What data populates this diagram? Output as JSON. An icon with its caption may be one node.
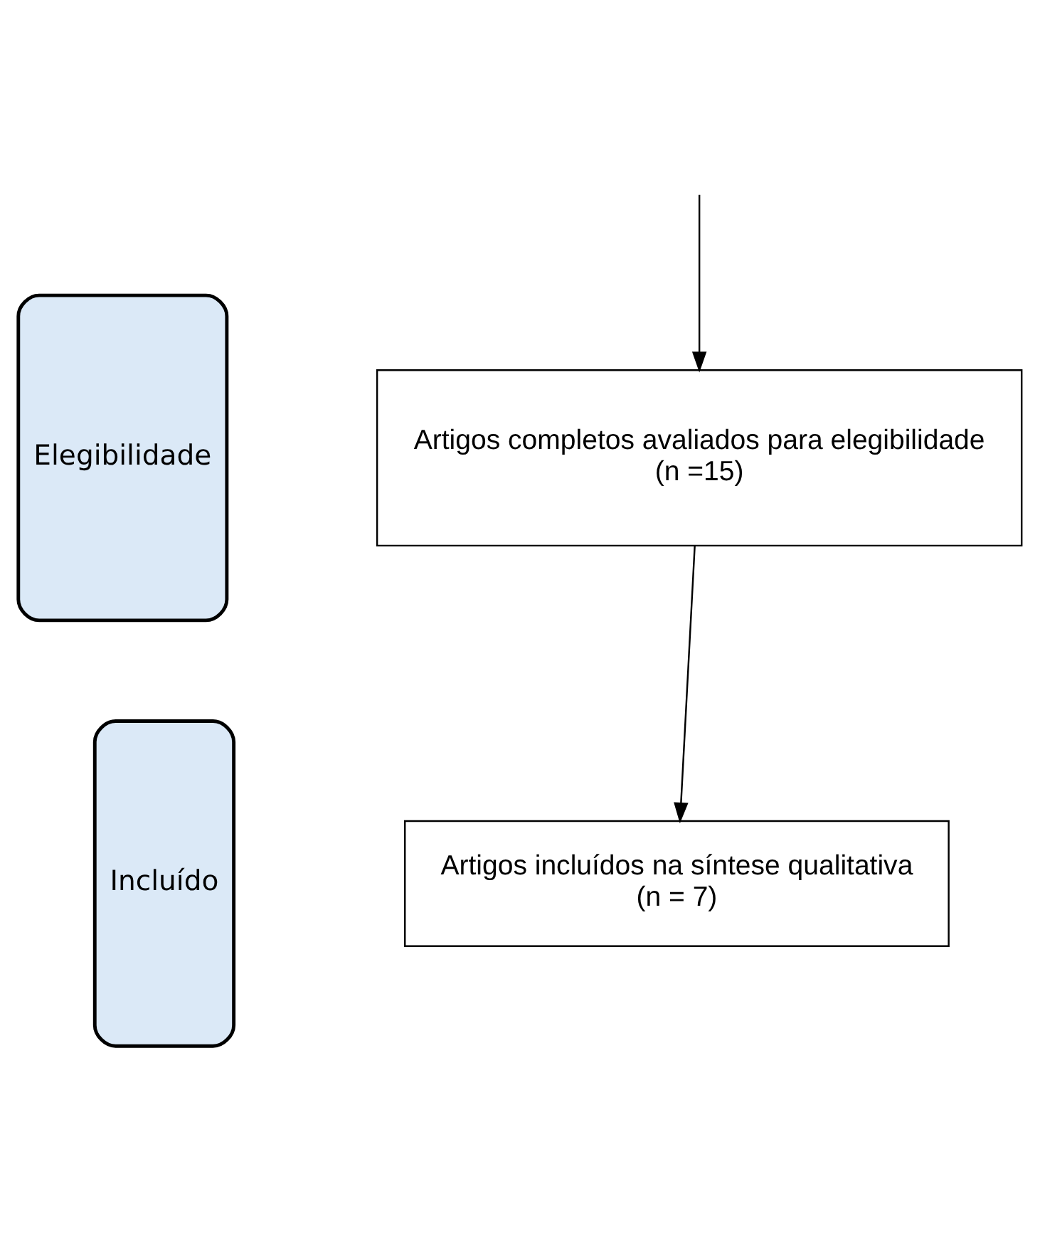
{
  "diagram": {
    "nodes": [
      {
        "text": [
          "Elegibilidade"
        ]
      },
      {
        "text": [
          "Artigos completos avaliados para elegibilidade",
          "(n =15)"
        ]
      },
      {
        "text": [
          "Incluído"
        ]
      },
      {
        "text": [
          "Artigos incluídos na síntese qualitativa",
          "(n = 7)"
        ]
      }
    ],
    "edges": [
      {
        "from": null,
        "to": 1,
        "arrow": "to"
      },
      {
        "from": 1,
        "to": 3,
        "arrow": "to"
      }
    ]
  }
}
